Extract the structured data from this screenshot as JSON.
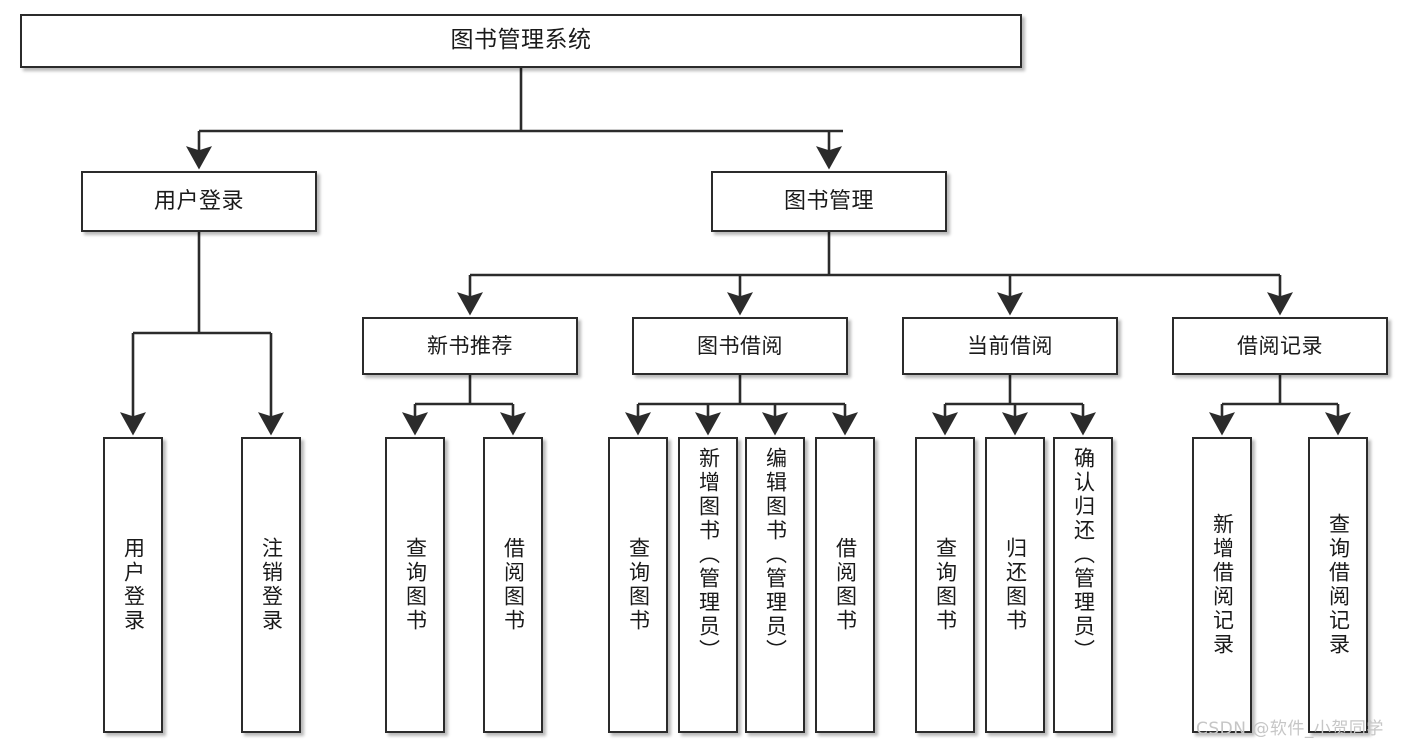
{
  "diagram": {
    "title": "图书管理系统",
    "watermark": "CSDN @软件_小贺同学",
    "stroke_color": "#2b2b2b",
    "box_fill": "#ffffff",
    "text_color": "#1a1a1a",
    "watermark_color": "#c6c6c6",
    "nodes": {
      "root": {
        "label": "图书管理系统"
      },
      "level2": [
        {
          "label": "用户登录"
        },
        {
          "label": "图书管理"
        }
      ],
      "level3": [
        {
          "label": "新书推荐"
        },
        {
          "label": "图书借阅"
        },
        {
          "label": "当前借阅"
        },
        {
          "label": "借阅记录"
        }
      ],
      "leaves": {
        "user_login": [
          {
            "label": "用户登录"
          },
          {
            "label": "注销登录"
          }
        ],
        "new_book": [
          {
            "label": "查询图书"
          },
          {
            "label": "借阅图书"
          }
        ],
        "book_borrow": [
          {
            "label": "查询图书"
          },
          {
            "label": "新增图书（管理员）"
          },
          {
            "label": "编辑图书（管理员）"
          },
          {
            "label": "借阅图书"
          }
        ],
        "current_borrow": [
          {
            "label": "查询图书"
          },
          {
            "label": "归还图书"
          },
          {
            "label": "确认归还（管理员）"
          }
        ],
        "borrow_record": [
          {
            "label": "新增借阅记录"
          },
          {
            "label": "查询借阅记录"
          }
        ]
      }
    }
  }
}
